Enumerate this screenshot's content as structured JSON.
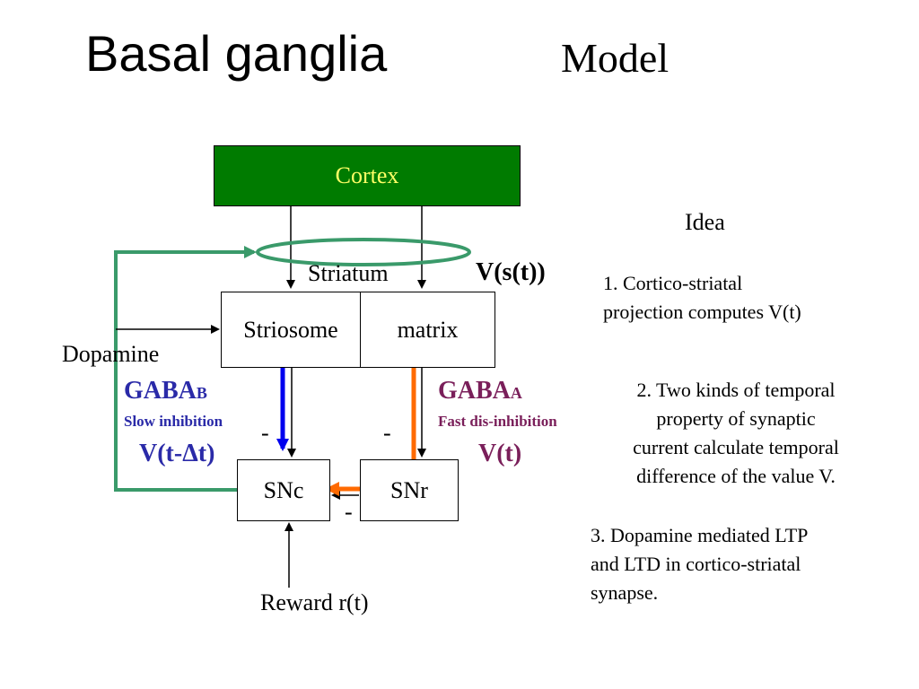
{
  "title": "Basal ganglia",
  "subtitle": "Model",
  "diagram": {
    "cortex": "Cortex",
    "striatum": "Striatum",
    "v_st": "V(s(t))",
    "striosome": "Striosome",
    "matrix": "matrix",
    "dopamine": "Dopamine",
    "gaba_b": "GABA",
    "gaba_b_sub": "B",
    "slow_inhibition": "Slow inhibition",
    "v_t_dt": "V(t-Δt)",
    "gaba_a": "GABA",
    "gaba_a_sub": "A",
    "fast_disinhibition": "Fast dis-inhibition",
    "v_t": "V(t)",
    "snc": "SNc",
    "snr": "SNr",
    "minus": "-",
    "reward": "Reward r(t)"
  },
  "idea": {
    "heading": "Idea",
    "p1_l1": "1. Cortico-striatal",
    "p1_l2": "projection computes V(t)",
    "p2_l1": "2. Two kinds of temporal",
    "p2_l2": "property of synaptic",
    "p2_l3": "current calculate temporal",
    "p2_l4": "difference of the value V.",
    "p3_l1": "3. Dopamine mediated LTP",
    "p3_l2": "and LTD in cortico-striatal",
    "p3_l3": "synapse."
  },
  "colors": {
    "cortex_fill": "#007b00",
    "cortex_text": "#ffff66",
    "dopamine_path": "#3a9a6a",
    "gaba_b_arrow": "#0000ee",
    "gaba_a_arrow": "#ff6a00",
    "gaba_b_text": "#2a2aa8",
    "gaba_a_text": "#7a1f5a"
  }
}
